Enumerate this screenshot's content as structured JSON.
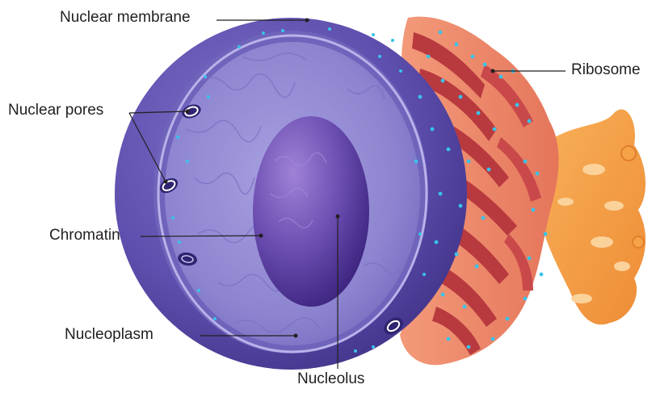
{
  "labels": {
    "nuclear_membrane": "Nuclear membrane",
    "nuclear_pores": "Nuclear pores",
    "chromatin": "Chromatin",
    "nucleoplasm": "Nucleoplasm",
    "nucleolus": "Nucleolus",
    "ribosome": "Ribosome"
  },
  "colors": {
    "nucleus_outer": "#5a4aa8",
    "nucleus_inner": "#8f86d2",
    "nucleolus": "#5a3c9c",
    "er_light": "#ee8a6a",
    "er_dark": "#b83a3f",
    "golgi": "#f5a248",
    "ribosome": "#39c3ea",
    "leader": "#231f20"
  }
}
